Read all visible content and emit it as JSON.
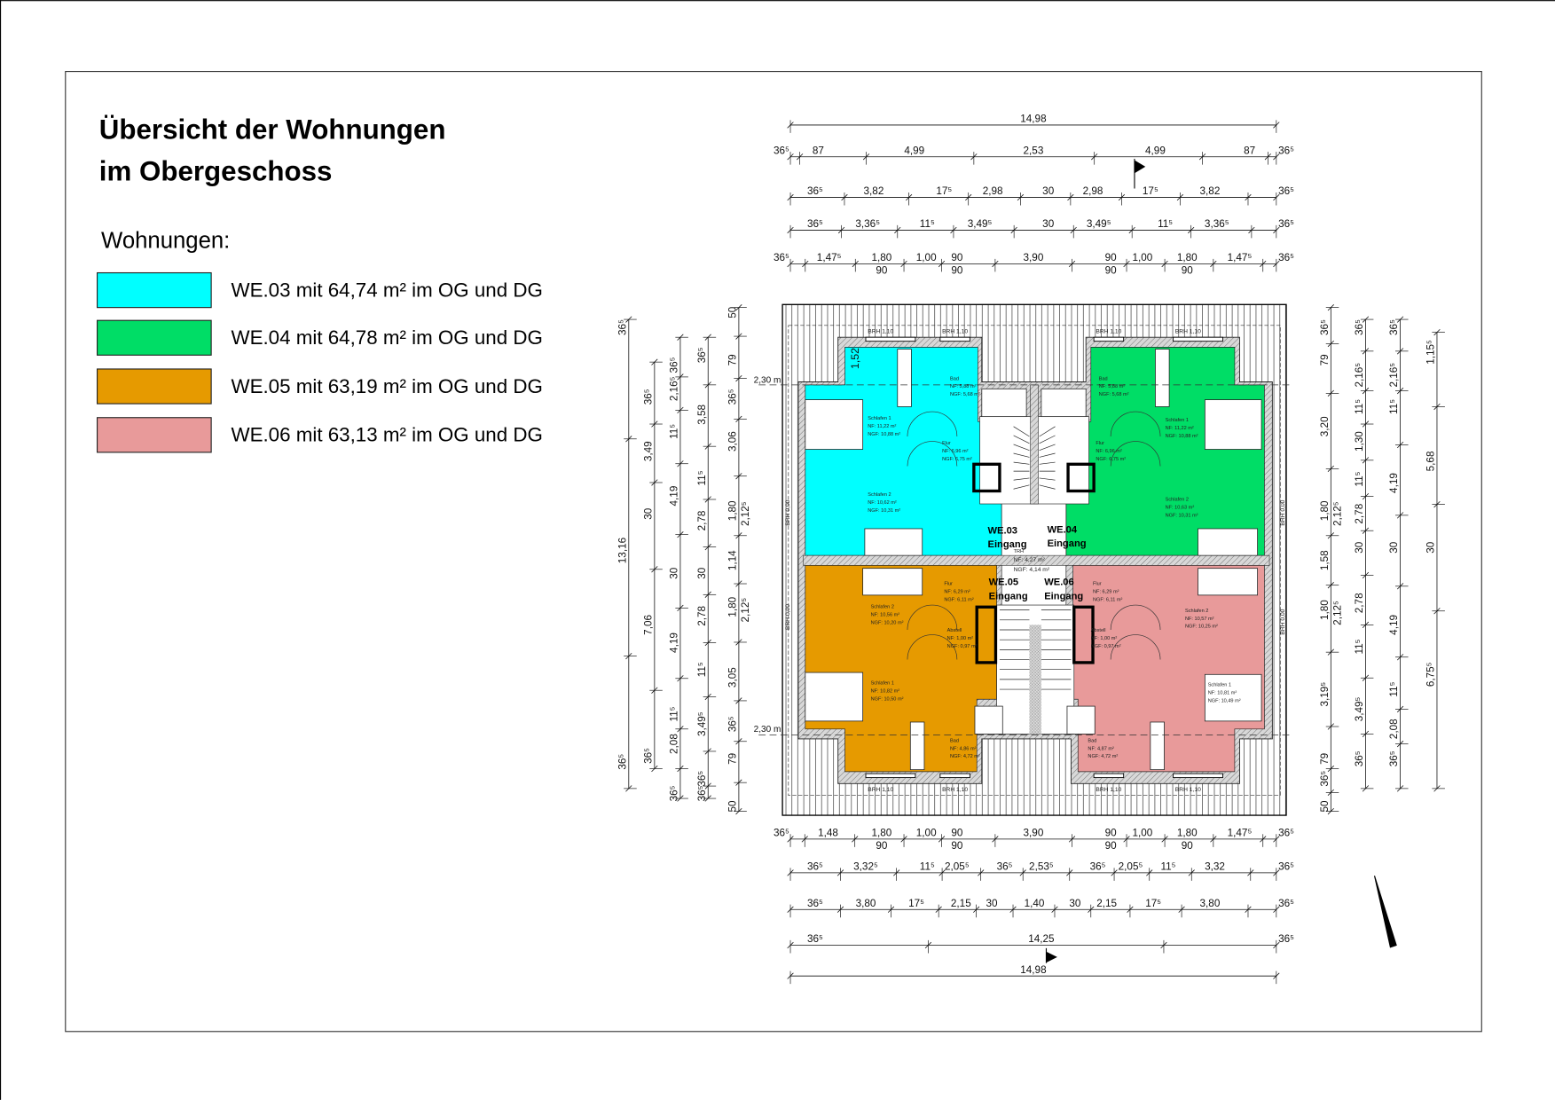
{
  "title": {
    "line1": "Übersicht der Wohnungen",
    "line2": "im Obergeschoss"
  },
  "legend": {
    "heading": "Wohnungen:",
    "items": [
      {
        "label": "WE.03 mit 64,74 m² im OG und DG",
        "color": "#00ffff"
      },
      {
        "label": "WE.04 mit 64,78 m² im OG und DG",
        "color": "#00dd66"
      },
      {
        "label": "WE.05 mit 63,19 m² im OG und DG",
        "color": "#e69a00"
      },
      {
        "label": "WE.06 mit 63,13 m² im OG und DG",
        "color": "#e89a9a"
      }
    ]
  },
  "plan": {
    "units": [
      {
        "name": "WE.03",
        "entry": "Eingang"
      },
      {
        "name": "WE.04",
        "entry": "Eingang"
      },
      {
        "name": "WE.05",
        "entry": "Eingang"
      },
      {
        "name": "WE.06",
        "entry": "Eingang"
      }
    ],
    "stairwell": {
      "name": "TRH",
      "nf": "NF:   4,27 m²",
      "ngf": "NGF: 4,14 m²"
    },
    "rooms": [
      {
        "name": "Schlafen 1",
        "nf": "NF:   11,22 m²",
        "ngf": "NGF: 10,88 m²"
      },
      {
        "name": "Bad",
        "nf": "NF:   5,88 m²",
        "ngf": "NGF: 5,68 m²"
      },
      {
        "name": "Flur",
        "nf": "NF:   6,96 m²",
        "ngf": "NGF: 6,75 m²"
      },
      {
        "name": "Schlafen 2",
        "nf": "NF:   10,62 m²",
        "ngf": "NGF: 10,31 m²"
      },
      {
        "name": "Bad",
        "nf": "NF:   5,88 m²",
        "ngf": "NGF: 5,68 m²"
      },
      {
        "name": "Schlafen 1",
        "nf": "NF:   11,22 m²",
        "ngf": "NGF: 10,88 m²"
      },
      {
        "name": "Flur",
        "nf": "NF:   6,96 m²",
        "ngf": "NGF: 6,75 m²"
      },
      {
        "name": "Schlafen 2",
        "nf": "NF:   10,63 m²",
        "ngf": "NGF: 10,31 m²"
      },
      {
        "name": "Flur",
        "nf": "NF:   6,29 m²",
        "ngf": "NGF: 6,11 m²"
      },
      {
        "name": "Schlafen 2",
        "nf": "NF:   10,56 m²",
        "ngf": "NGF: 10,20 m²"
      },
      {
        "name": "Abstell",
        "nf": "NF:   1,00 m²",
        "ngf": "NGF: 0,97 m²"
      },
      {
        "name": "Schlafen 1",
        "nf": "NF:   10,82 m²",
        "ngf": "NGF: 10,50 m²"
      },
      {
        "name": "Bad",
        "nf": "NF:   4,86 m²",
        "ngf": "NGF: 4,72 m²"
      },
      {
        "name": "Flur",
        "nf": "NF:   6,29 m²",
        "ngf": "NGF: 6,11 m²"
      },
      {
        "name": "Schlafen 2",
        "nf": "NF:   10,57 m²",
        "ngf": "NGF: 10,25 m²"
      },
      {
        "name": "Abstell",
        "nf": "NF:   1,00 m²",
        "ngf": "NGF: 0,97 m²"
      },
      {
        "name": "Schlafen 1",
        "nf": "NF:   10,81 m²",
        "ngf": "NGF: 10,49 m²"
      },
      {
        "name": "Bad",
        "nf": "NF:   4,87 m²",
        "ngf": "NGF: 4,72 m²"
      }
    ],
    "height_marks": [
      "2,30 m",
      "2,30 m"
    ],
    "dormer_height": "1,52",
    "brh_top": [
      "BRH 1,10",
      "BRH 1,10",
      "BRH 1,10",
      "BRH 1,10"
    ],
    "brh_bottom": [
      "BRH 1,10",
      "BRH 1,10",
      "BRH 1,10",
      "BRH 1,10"
    ],
    "brh_side": [
      "BRH 0,00",
      "BRH 0,00",
      "BRH 0,00",
      "BRH 0,00"
    ]
  },
  "dimensions": {
    "top": [
      {
        "labels": [
          "14,98"
        ],
        "sub": []
      },
      {
        "labels": [
          "36⁵",
          "87",
          "4,99",
          "2,53",
          "4,99",
          "87",
          "36⁵"
        ],
        "sub": []
      },
      {
        "labels": [
          "36⁵",
          "3,82",
          "17⁵",
          "2,98",
          "30",
          "2,98",
          "17⁵",
          "3,82",
          "36⁵"
        ],
        "sub": []
      },
      {
        "labels": [
          "36⁵",
          "3,36⁵",
          "11⁵",
          "3,49⁵",
          "30",
          "3,49⁵",
          "11⁵",
          "3,36⁵",
          "36⁵"
        ],
        "sub": []
      },
      {
        "labels": [
          "36⁵",
          "1,47⁵",
          "1,80",
          "1,00",
          "90",
          "3,90",
          "90",
          "1,00",
          "1,80",
          "1,47⁵",
          "36⁵"
        ],
        "sub": [
          "90",
          "90",
          "90",
          "90"
        ]
      }
    ],
    "bottom": [
      {
        "labels": [
          "36⁵",
          "1,48",
          "1,80",
          "1,00",
          "90",
          "3,90",
          "90",
          "1,00",
          "1,80",
          "1,47⁵",
          "36⁵"
        ],
        "sub": [
          "90",
          "90",
          "90",
          "90"
        ]
      },
      {
        "labels": [
          "36⁵",
          "3,32⁵",
          "11⁵",
          "2,05⁵",
          "36⁵",
          "2,53⁵",
          "36⁵",
          "2,05⁵",
          "11⁵",
          "3,32",
          "36⁵"
        ],
        "sub": []
      },
      {
        "labels": [
          "36⁵",
          "3,80",
          "17⁵",
          "2,15",
          "30",
          "1,40",
          "30",
          "2,15",
          "17⁵",
          "3,80",
          "36⁵"
        ],
        "sub": []
      },
      {
        "labels": [
          "36⁵",
          "14,25",
          "36⁵"
        ],
        "sub": []
      },
      {
        "labels": [
          "14,98"
        ],
        "sub": []
      }
    ],
    "left": [
      {
        "labels": [
          "36⁵",
          "13,16",
          "36⁵"
        ],
        "sub": []
      },
      {
        "labels": [
          "36⁵",
          "3,49",
          "30",
          "7,06",
          "36⁵"
        ],
        "sub": []
      },
      {
        "labels": [
          "36⁵",
          "2,16⁵",
          "11⁵",
          "4,19",
          "30",
          "4,19",
          "11⁵",
          "2,08",
          "36⁵"
        ],
        "sub": []
      },
      {
        "labels": [
          "36⁵",
          "3,58",
          "11⁵",
          "2,78",
          "30",
          "2,78",
          "11⁵",
          "3,49⁵",
          "36⁵",
          "36⁵"
        ],
        "sub": []
      },
      {
        "labels": [
          "50",
          "79",
          "36⁵",
          "3,06",
          "1,80",
          "1,14",
          "1,80",
          "3,05",
          "36⁵",
          "79",
          "50"
        ],
        "sub": [
          "2,12⁵",
          "2,12⁵"
        ]
      }
    ],
    "right": [
      {
        "labels": [
          "36⁵",
          "79",
          "3,20",
          "1,80",
          "1,58",
          "1,80",
          "3,19⁵",
          "79",
          "36⁵",
          "50"
        ],
        "sub": [
          "2,12⁵",
          "2,12⁵"
        ]
      },
      {
        "labels": [
          "36⁵",
          "2,16⁵",
          "11⁵",
          "1,30",
          "11⁵",
          "2,78",
          "30",
          "2,78",
          "11⁵",
          "3,49⁵",
          "36⁵"
        ],
        "sub": []
      },
      {
        "labels": [
          "36⁵",
          "2,16⁵",
          "11⁵",
          "4,19",
          "30",
          "4,19",
          "11⁵",
          "2,08",
          "36⁵"
        ],
        "sub": []
      },
      {
        "labels": [
          "1,15⁵",
          "5,68",
          "30",
          "6,75⁵"
        ],
        "sub": []
      }
    ]
  }
}
